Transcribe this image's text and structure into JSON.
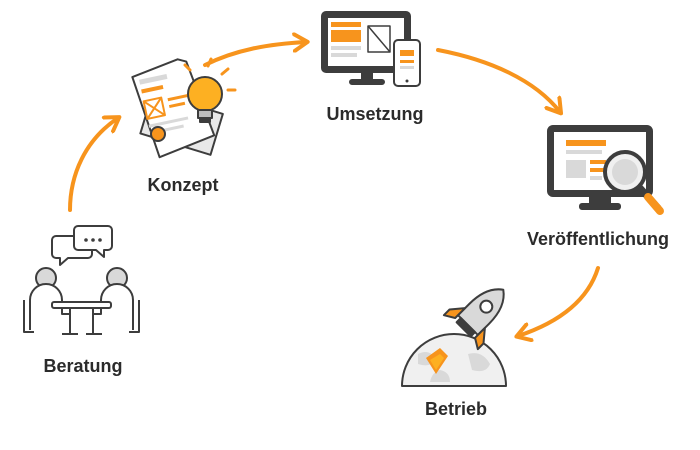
{
  "steps": [
    {
      "id": "beratung",
      "label": "Beratung",
      "icon": "meeting-chat-icon"
    },
    {
      "id": "konzept",
      "label": "Konzept",
      "icon": "document-lightbulb-icon"
    },
    {
      "id": "umsetzung",
      "label": "Umsetzung",
      "icon": "devices-monitor-phone-icon"
    },
    {
      "id": "veroeffentlichung",
      "label": "Veröffentlichung",
      "icon": "monitor-magnifier-icon"
    },
    {
      "id": "betrieb",
      "label": "Betrieb",
      "icon": "rocket-globe-icon"
    }
  ],
  "colors": {
    "accent": "#f7941d",
    "icon_dark": "#3d3d3d",
    "icon_gray": "#d9d9d9",
    "icon_light": "#f0f0f0",
    "bulb": "#fdb022",
    "text": "#2b2b2b"
  }
}
